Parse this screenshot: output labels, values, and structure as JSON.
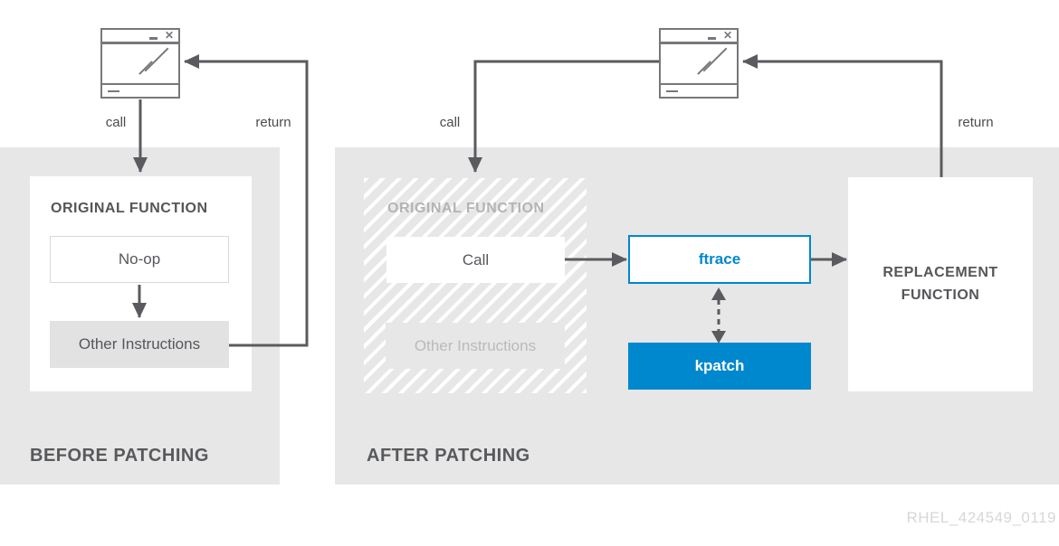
{
  "colors": {
    "panel_gray": "#e7e7e8",
    "accent_blue": "#0088ce",
    "line_gray": "#5a5b5e",
    "dark_text": "#55565a",
    "muted_text": "#b3b4b6",
    "watermark_gray": "#d7d7d7"
  },
  "watermark": "RHEL_424549_0119",
  "icons": {
    "close_glyph": "✕"
  },
  "before": {
    "section_title": "BEFORE PATCHING",
    "call_label": "call",
    "return_label": "return",
    "function_title": "ORIGINAL FUNCTION",
    "noop": "No-op",
    "other_instructions": "Other Instructions"
  },
  "after": {
    "section_title": "AFTER PATCHING",
    "call_label": "call",
    "return_label": "return",
    "function_title": "ORIGINAL FUNCTION",
    "call_box": "Call",
    "other_instructions": "Other Instructions",
    "ftrace": "ftrace",
    "kpatch": "kpatch",
    "replacement": "REPLACEMENT FUNCTION"
  }
}
